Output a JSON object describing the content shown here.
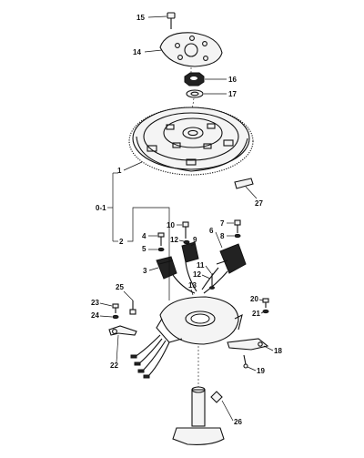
{
  "callouts": [
    {
      "id": "c15",
      "label": "15"
    },
    {
      "id": "c14",
      "label": "14"
    },
    {
      "id": "c16",
      "label": "16"
    },
    {
      "id": "c17",
      "label": "17"
    },
    {
      "id": "c1",
      "label": "1"
    },
    {
      "id": "c27",
      "label": "27"
    },
    {
      "id": "c01",
      "label": "0-1"
    },
    {
      "id": "c2",
      "label": "2"
    },
    {
      "id": "c10",
      "label": "10"
    },
    {
      "id": "c7",
      "label": "7"
    },
    {
      "id": "c6",
      "label": "6"
    },
    {
      "id": "c8",
      "label": "8"
    },
    {
      "id": "c4",
      "label": "4"
    },
    {
      "id": "c12a",
      "label": "12"
    },
    {
      "id": "c9",
      "label": "9"
    },
    {
      "id": "c5",
      "label": "5"
    },
    {
      "id": "c3",
      "label": "3"
    },
    {
      "id": "c11",
      "label": "11"
    },
    {
      "id": "c12b",
      "label": "12"
    },
    {
      "id": "c13",
      "label": "13"
    },
    {
      "id": "c25",
      "label": "25"
    },
    {
      "id": "c23",
      "label": "23"
    },
    {
      "id": "c24",
      "label": "24"
    },
    {
      "id": "c20",
      "label": "20"
    },
    {
      "id": "c21",
      "label": "21"
    },
    {
      "id": "c18",
      "label": "18"
    },
    {
      "id": "c22",
      "label": "22"
    },
    {
      "id": "c19",
      "label": "19"
    },
    {
      "id": "c26",
      "label": "26"
    }
  ]
}
